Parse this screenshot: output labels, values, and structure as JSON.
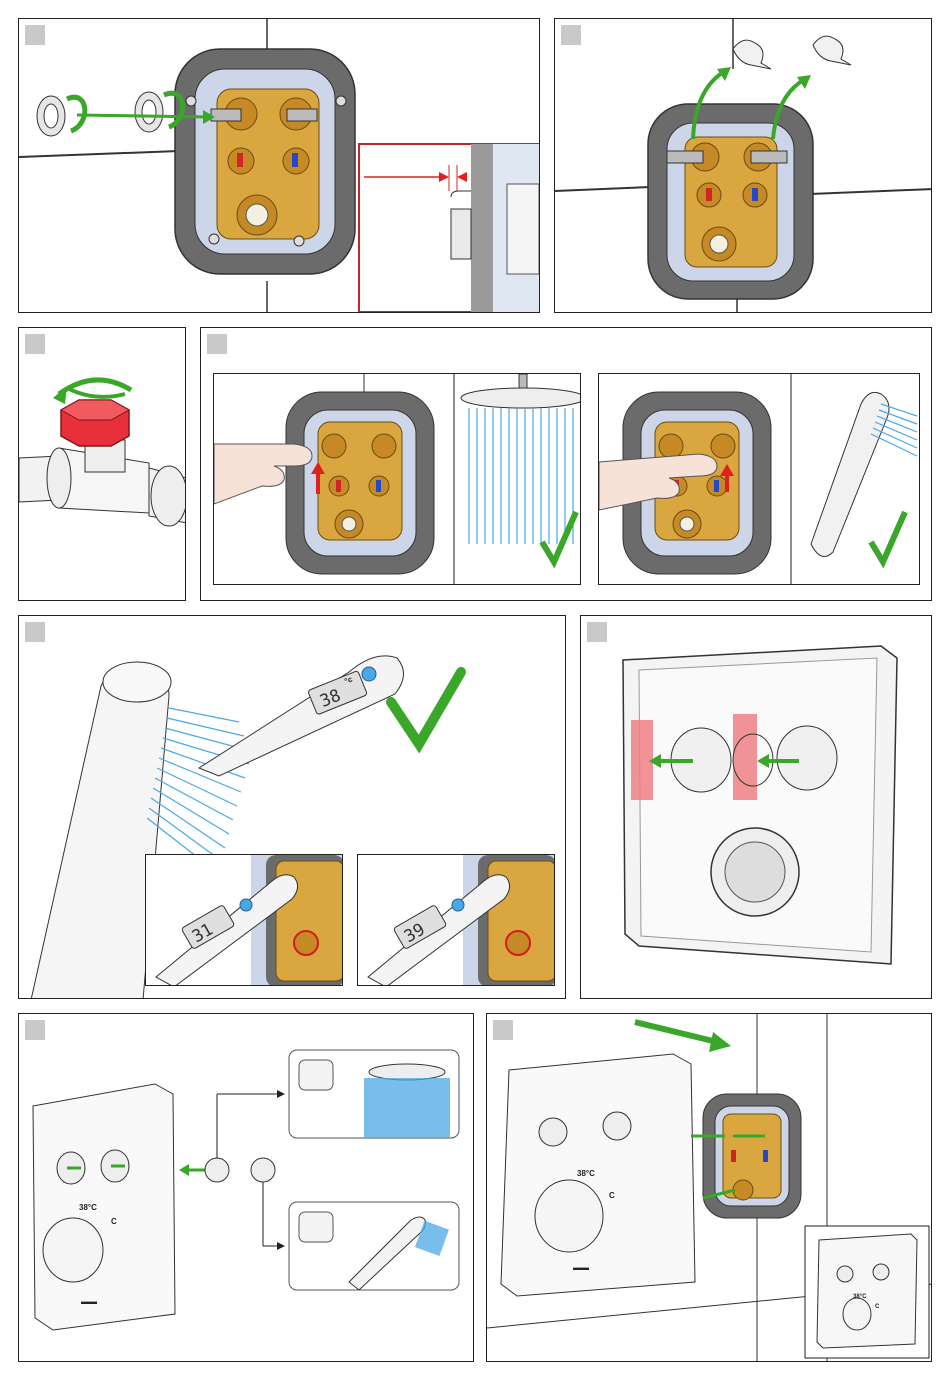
{
  "document": {
    "type": "installation-instructions"
  },
  "colors": {
    "action_arrow": "#3aa62a",
    "warning_red": "#e02020",
    "water": "#4aa8e6",
    "brass": "#d9a640",
    "gasket": "#6b6b6b",
    "hot_marker": "#d02525",
    "cold_marker": "#2547c8",
    "step_badge": "#c9c9c9"
  },
  "icons": [
    "rotate-arrow-icon",
    "check-mark-icon",
    "hand-icon",
    "shower-head-icon",
    "hand-shower-icon",
    "thermometer-icon",
    "stop-valve-icon",
    "up-arrow-icon"
  ],
  "thermometer_readings": {
    "main": "38",
    "low": "31",
    "high": "39",
    "unit": "°c"
  },
  "faceplate": {
    "temperature_label": "38°C",
    "cold_label": "C",
    "brand_mark": "▬▬"
  },
  "inset_faceplate": {
    "temperature_label": "38°C",
    "cold_label": "C"
  }
}
